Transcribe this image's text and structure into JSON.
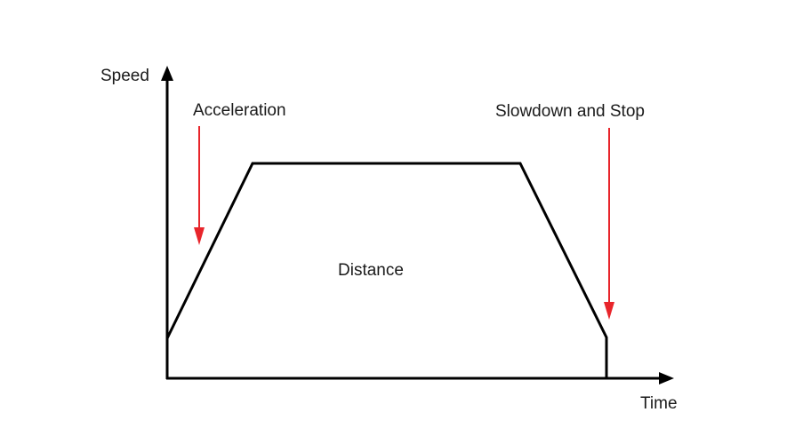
{
  "labels": {
    "y_axis": "Speed",
    "x_axis": "Time",
    "acceleration": "Acceleration",
    "slowdown": "Slowdown and Stop",
    "distance": "Distance"
  },
  "colors": {
    "axis": "#000000",
    "profile": "#000000",
    "annotation_arrow": "#e8252b",
    "text": "#1a1a1a"
  }
}
